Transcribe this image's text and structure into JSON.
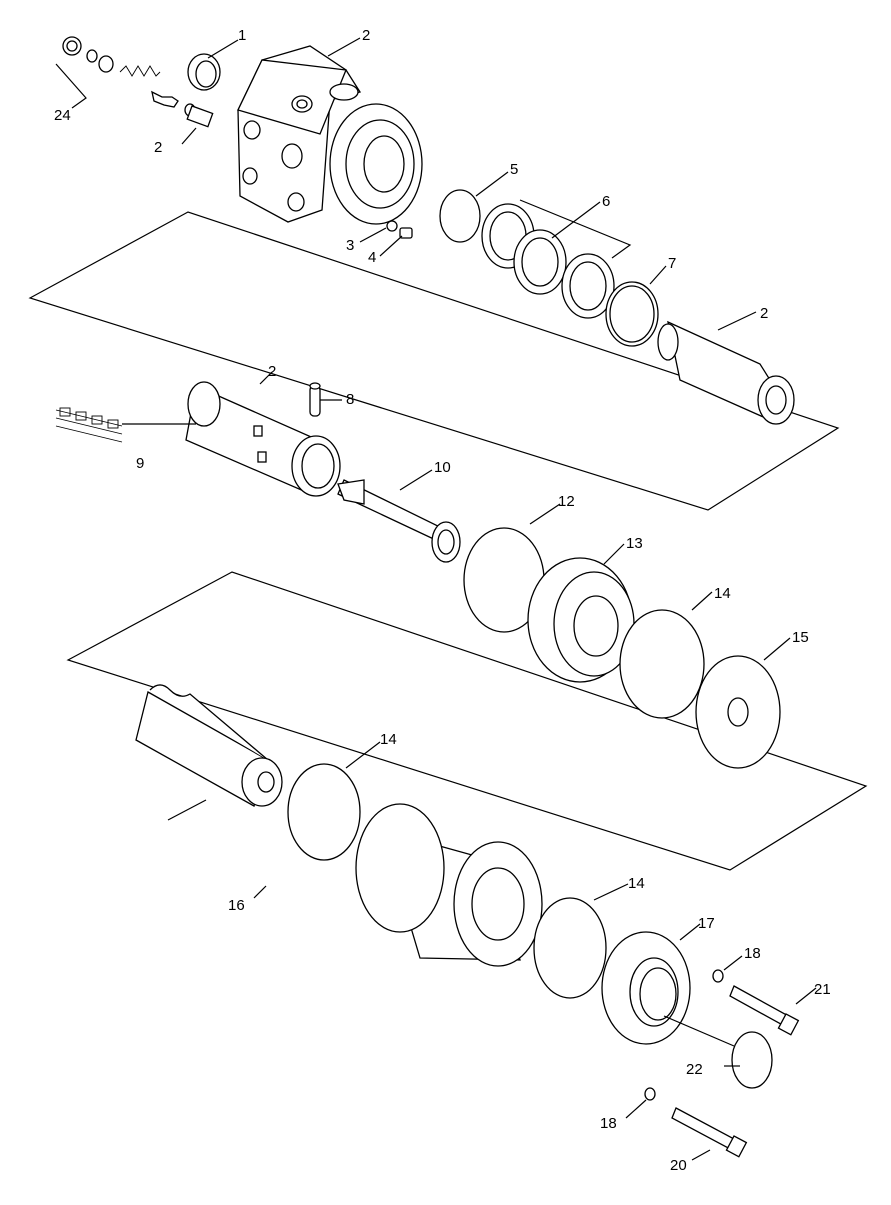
{
  "diagram": {
    "callouts": [
      {
        "id": "c1",
        "text": "1"
      },
      {
        "id": "c2a",
        "text": "2"
      },
      {
        "id": "c2b",
        "text": "2"
      },
      {
        "id": "c2c",
        "text": "2"
      },
      {
        "id": "c2d",
        "text": "2"
      },
      {
        "id": "c3",
        "text": "3"
      },
      {
        "id": "c4",
        "text": "4"
      },
      {
        "id": "c5",
        "text": "5"
      },
      {
        "id": "c6",
        "text": "6"
      },
      {
        "id": "c7",
        "text": "7"
      },
      {
        "id": "c8",
        "text": "8"
      },
      {
        "id": "c9",
        "text": "9"
      },
      {
        "id": "c10",
        "text": "10"
      },
      {
        "id": "c12",
        "text": "12"
      },
      {
        "id": "c13",
        "text": "13"
      },
      {
        "id": "c14a",
        "text": "14"
      },
      {
        "id": "c14b",
        "text": "14"
      },
      {
        "id": "c14c",
        "text": "14"
      },
      {
        "id": "c15",
        "text": "15"
      },
      {
        "id": "c16",
        "text": "16"
      },
      {
        "id": "c17",
        "text": "17"
      },
      {
        "id": "c18a",
        "text": "18"
      },
      {
        "id": "c18b",
        "text": "18"
      },
      {
        "id": "c20",
        "text": "20"
      },
      {
        "id": "c21",
        "text": "21"
      },
      {
        "id": "c22",
        "text": "22"
      },
      {
        "id": "c24",
        "text": "24"
      }
    ]
  }
}
